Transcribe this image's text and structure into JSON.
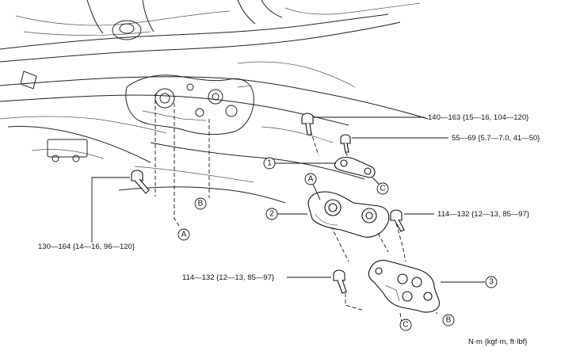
{
  "callouts": {
    "num_1": "1",
    "num_2": "2",
    "num_3": "3",
    "letter_a_upper": "A",
    "letter_a_lower": "A",
    "letter_b_upper": "B",
    "letter_b_lower": "B",
    "letter_c_upper": "C",
    "letter_c_lower": "C"
  },
  "torque": {
    "bolt_top": "140—163 {15—16, 104—120}",
    "bolt_link": "55—69 {5.7—7.0, 41—50}",
    "bolt_mount_right": "114—132 {12—13, 85—97}",
    "bolt_left": "130—164 {14—16, 96—120}",
    "bolt_lower": "114—132 {12—13, 85—97}"
  },
  "units": "N·m {kgf·m, ft·lbf}"
}
